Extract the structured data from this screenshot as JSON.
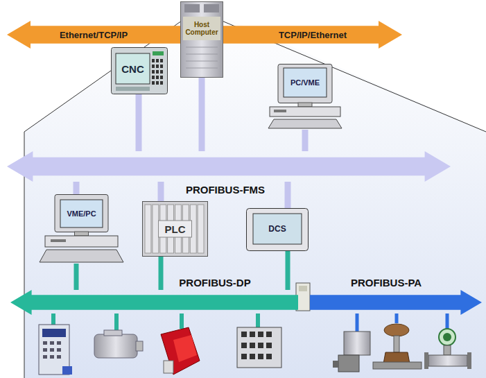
{
  "diagram": {
    "nodes": [
      {
        "text": [
          "Ethernet/TCP/IP"
        ]
      },
      {
        "text": [
          "Host Computer"
        ]
      },
      {
        "text": [
          "TCP/IP/Ethernet"
        ]
      },
      {
        "text": [
          "CNC"
        ]
      },
      {
        "text": [
          "PC/VME"
        ]
      },
      {
        "text": [
          "PROFIBUS-FMS"
        ]
      },
      {
        "text": [
          "VME/PC"
        ]
      },
      {
        "text": [
          "PLC"
        ]
      },
      {
        "text": [
          "DCS"
        ]
      },
      {
        "text": [
          "PROFIBUS-DP"
        ]
      },
      {
        "text": [
          "PROFIBUS-PA"
        ]
      }
    ],
    "edges": [
      {
        "from": 1,
        "to": 5,
        "arrow": "none"
      },
      {
        "from": 3,
        "to": 5,
        "arrow": "none"
      },
      {
        "from": 4,
        "to": 5,
        "arrow": "none"
      },
      {
        "from": 6,
        "to": 5,
        "arrow": "none"
      },
      {
        "from": 6,
        "to": 9,
        "arrow": "none"
      },
      {
        "from": 7,
        "to": 5,
        "arrow": "none"
      },
      {
        "from": 7,
        "to": 9,
        "arrow": "none"
      },
      {
        "from": 8,
        "to": 5,
        "arrow": "none"
      },
      {
        "from": 8,
        "to": 9,
        "arrow": "none"
      },
      {
        "from": 9,
        "to": 10,
        "arrow": "none"
      }
    ]
  }
}
